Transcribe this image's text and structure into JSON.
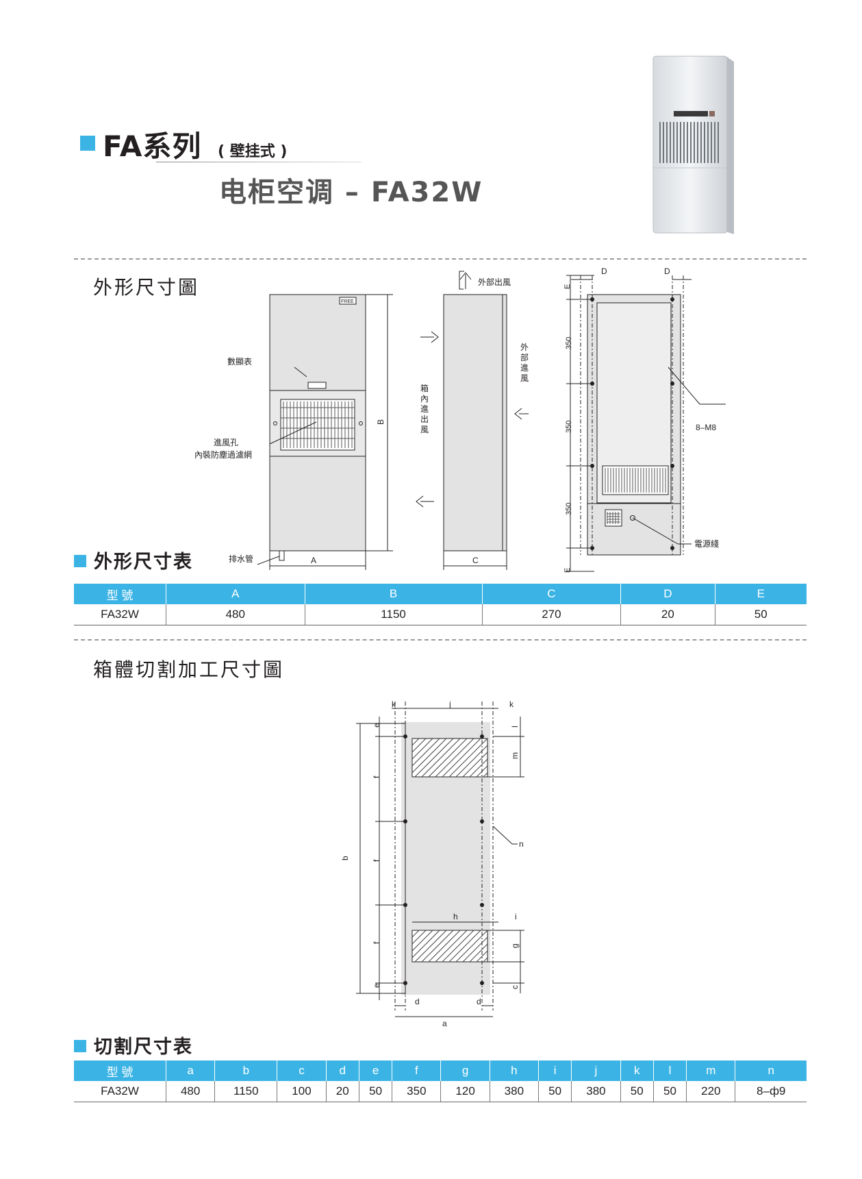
{
  "header": {
    "series": "FA系列",
    "mount": "( 壁挂式 )",
    "product": "电柜空调 – FA32W"
  },
  "section1": {
    "title": "外形尺寸圖"
  },
  "diagram1": {
    "label_display": "數顯表",
    "label_inlet_1": "進風孔",
    "label_inlet_2": "內裝防塵過濾網",
    "label_drain": "排水管",
    "label_free": "FREE",
    "label_A": "A",
    "label_B": "B",
    "label_C": "C",
    "label_D1": "D",
    "label_D2": "D",
    "label_E1": "E",
    "label_E2": "E",
    "label_350_1": "350",
    "label_350_2": "350",
    "label_350_3": "350",
    "label_ext_out": "外部出風",
    "label_ext_in": "外部進風",
    "label_int": "箱內進出風",
    "label_m8": "8–M8",
    "label_power": "電源綫"
  },
  "table1": {
    "title": "外形尺寸表",
    "headers": [
      "型  號",
      "A",
      "B",
      "C",
      "D",
      "E"
    ],
    "row": [
      "FA32W",
      "480",
      "1150",
      "270",
      "20",
      "50"
    ]
  },
  "section2": {
    "title": "箱體切割加工尺寸圖"
  },
  "diagram2": {
    "k1": "k",
    "j": "j",
    "k2": "k",
    "e1": "e",
    "f1": "f",
    "f2": "f",
    "f3": "f",
    "e2": "e",
    "b": "b",
    "l": "l",
    "m": "m",
    "n": "n",
    "h": "h",
    "i": "i",
    "g": "g",
    "c": "c",
    "d1": "d",
    "d2": "d",
    "a": "a"
  },
  "table2": {
    "title": "切割尺寸表",
    "headers": [
      "型  號",
      "a",
      "b",
      "c",
      "d",
      "e",
      "f",
      "g",
      "h",
      "i",
      "j",
      "k",
      "l",
      "m",
      "n"
    ],
    "row": [
      "FA32W",
      "480",
      "1150",
      "100",
      "20",
      "50",
      "350",
      "120",
      "380",
      "50",
      "380",
      "50",
      "50",
      "220",
      "8–ф9"
    ]
  },
  "colors": {
    "accent": "#3bb4e5",
    "panel": "#e3e3e3"
  }
}
